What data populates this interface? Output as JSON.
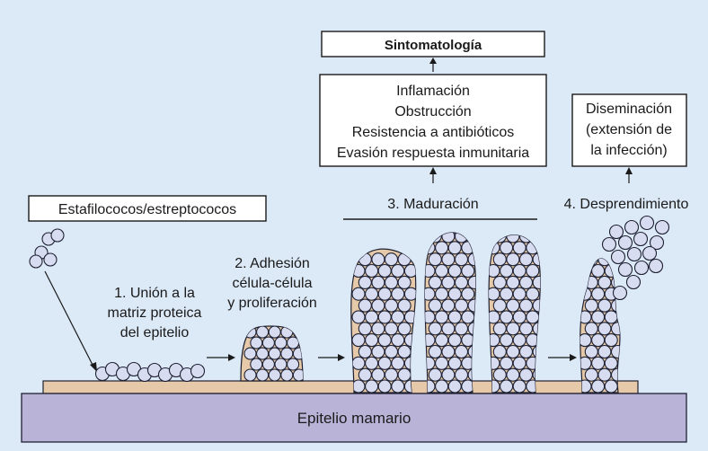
{
  "colors": {
    "background": "#dce9f7",
    "tissue": "#e6c9a8",
    "epithelium": "#b9b3d8",
    "cell_fill": "#d7dcf1",
    "outline": "#1f2233"
  },
  "boxes": {
    "bacteria": "Estafilococos/estreptococos",
    "symptoms_title": "Sintomatología",
    "symptoms_list": [
      "Inflamación",
      "Obstrucción",
      "Resistencia a antibióticos",
      "Evasión respuesta inmunitaria"
    ],
    "dissemination": [
      "Diseminación",
      "(extensión de",
      "la infección)"
    ]
  },
  "stages": {
    "stage1": [
      "1. Unión a la",
      "matriz proteica",
      "del epitelio"
    ],
    "stage2": [
      "2. Adhesión",
      "célula-célula",
      "y proliferación"
    ],
    "stage3": "3. Maduración",
    "stage4": "4. Desprendimiento"
  },
  "epithelium_label": "Epitelio mamario"
}
